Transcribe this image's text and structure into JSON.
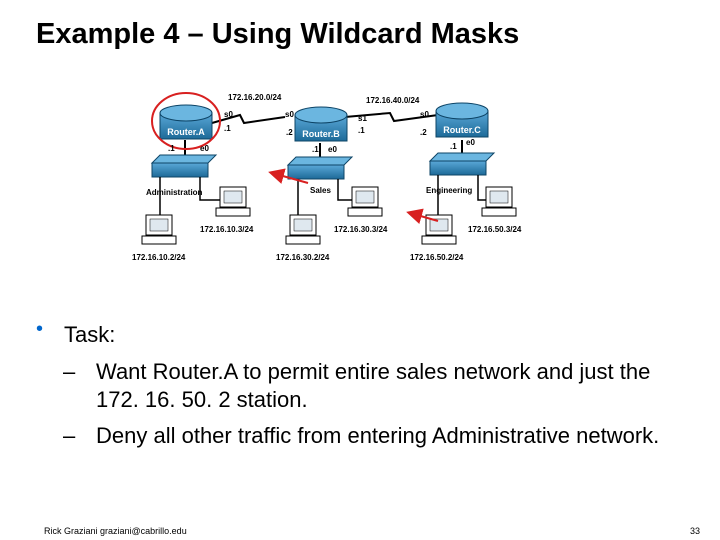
{
  "slide": {
    "title": "Example 4 – Using Wildcard Masks",
    "bullet": "Task:",
    "subbullets": [
      "Want Router.A to permit entire sales network and just the 172. 16. 50. 2 station.",
      "Deny all other traffic from entering Administrative network."
    ],
    "footer": "Rick Graziani graziani@cabrillo.edu",
    "page_number": "33"
  },
  "diagram": {
    "routers": [
      "Router.A",
      "Router.B",
      "Router.C"
    ],
    "networks": {
      "ab_link": "172.16.20.0/24",
      "bc_link": "172.16.40.0/24"
    },
    "router_a": {
      "s0": "s0",
      "s0_host": ".1",
      "e0": "e0",
      "e0_host": ".1"
    },
    "router_b": {
      "s0": "s0",
      "s0_host": ".2",
      "s1": "s1",
      "s1_host": ".1",
      "e0": "e0",
      "e0_host": ".1"
    },
    "router_c": {
      "s0": "s0",
      "s0_host": ".2",
      "e0": "e0",
      "e0_host": ".1"
    },
    "lans": [
      "Administration",
      "Sales",
      "Engineering"
    ],
    "hosts": {
      "admin_1": "172.16.10.2/24",
      "admin_2": "172.16.10.3/24",
      "sales_1": "172.16.30.2/24",
      "sales_2": "172.16.30.3/24",
      "eng_1": "172.16.50.2/24",
      "eng_2": "172.16.50.3/24"
    },
    "colors": {
      "router": "#2a7fb0",
      "switch": "#2a7fb0",
      "highlight": "#d82020",
      "link": "#000000"
    }
  }
}
